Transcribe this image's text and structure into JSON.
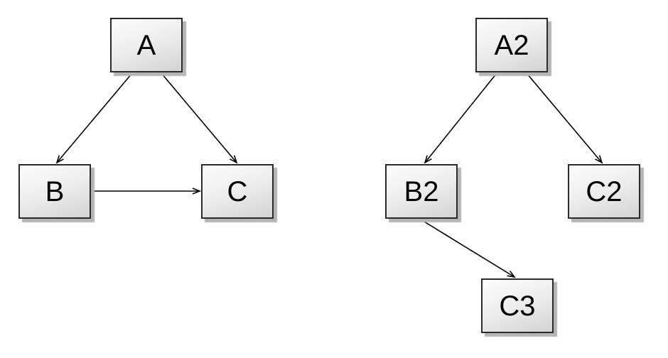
{
  "diagram": {
    "description": "Two directed graphs on a white canvas",
    "colors": {
      "background": "#ffffff",
      "node_border": "#2b2b2b",
      "node_fill_light": "#fcfcfc",
      "node_fill_dark": "#d3d3d3",
      "node_shadow": "#b5b5b5",
      "arrow": "#000000",
      "label_text": "#000000"
    },
    "left_graph": {
      "nodes": [
        {
          "id": "A",
          "label": "A"
        },
        {
          "id": "B",
          "label": "B"
        },
        {
          "id": "C",
          "label": "C"
        }
      ],
      "edges": [
        {
          "from": "A",
          "to": "B"
        },
        {
          "from": "A",
          "to": "C"
        },
        {
          "from": "B",
          "to": "C"
        }
      ]
    },
    "right_graph": {
      "nodes": [
        {
          "id": "A2",
          "label": "A2"
        },
        {
          "id": "B2",
          "label": "B2"
        },
        {
          "id": "C2",
          "label": "C2"
        },
        {
          "id": "C3",
          "label": "C3"
        }
      ],
      "edges": [
        {
          "from": "A2",
          "to": "B2"
        },
        {
          "from": "A2",
          "to": "C2"
        },
        {
          "from": "B2",
          "to": "C3"
        }
      ]
    }
  }
}
